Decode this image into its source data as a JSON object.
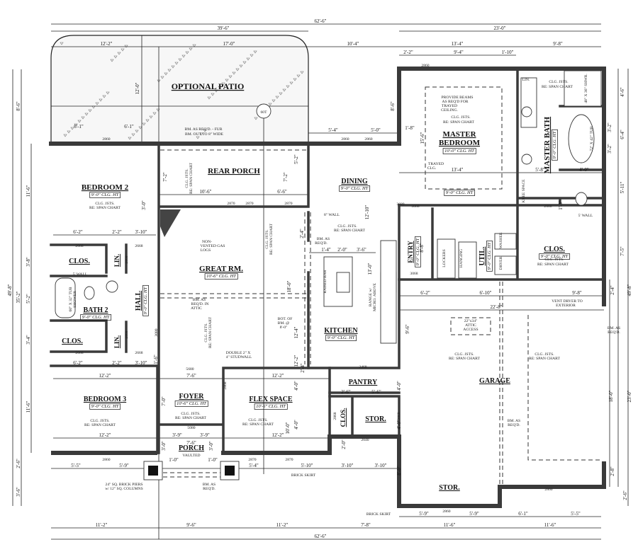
{
  "plan": {
    "rooms": [
      {
        "name": "OPTIONAL PATIO"
      },
      {
        "name": "REAR PORCH"
      },
      {
        "name": "BEDROOM 2",
        "ceiling": "9'-0\" CLG. HT"
      },
      {
        "name": "CLOS."
      },
      {
        "name": "LIN."
      },
      {
        "name": "BATH 2",
        "ceiling": "9'-0\" CLG. HT"
      },
      {
        "name": "HALL",
        "ceiling": "9'-0\" CLG. HT"
      },
      {
        "name": "CLOS."
      },
      {
        "name": "LIN."
      },
      {
        "name": "GREAT RM.",
        "ceiling": "10'-6\" CLG. HT"
      },
      {
        "name": "DINING",
        "ceiling": "9'-0\" CLG. HT"
      },
      {
        "name": "KITCHEN",
        "ceiling": "9'-0\" CLG. HT"
      },
      {
        "name": "ENTRY",
        "ceiling": "9'-0\" CLG. HT"
      },
      {
        "name": "UTIL.",
        "ceiling": "9'-0\" CLG. HT"
      },
      {
        "name": "CLOS.",
        "ceiling": "9'-0\" CLG. HT"
      },
      {
        "name": "MASTER BEDROOM",
        "ceiling": "10'-0\" CLG. HT",
        "ceiling2": "9'-0\" CLG. HT"
      },
      {
        "name": "MASTER BATH",
        "ceiling": "9'-0\" CLG. HT"
      },
      {
        "name": "GARAGE"
      },
      {
        "name": "PANTRY"
      },
      {
        "name": "CLOS."
      },
      {
        "name": "STOR."
      },
      {
        "name": "STOR."
      },
      {
        "name": "FOYER",
        "ceiling": "10'-6\" CLG. HT"
      },
      {
        "name": "FLEX SPACE",
        "ceiling": "10'-6\" CLG. HT"
      },
      {
        "name": "BEDROOM 3",
        "ceiling": "9'-0\" CLG. HT"
      },
      {
        "name": "PORCH",
        "ceiling": "VAULTED"
      }
    ],
    "notes": [
      "BM. AS REQ'D. - FUR",
      "BM. OUT TO 8\" WIDE",
      "CLG. JSTS.",
      "RE: SPAN CHART",
      "CLG. JSTS.",
      "RE: SPAN CHART",
      "NON-",
      "VENTED GAS",
      "LOGS",
      "CLG. JSTS.",
      "RE: SPAN CHART",
      "BM. AS",
      "REQ'D. IN",
      "ATTIC",
      "CLG. JSTS.",
      "RE: SPAN CHART",
      "DOUBLE 2\" X",
      "4\" STUDWALL",
      "BOT. OF",
      "BM. @",
      "8'-0\"",
      "8\" WALL",
      "CLG. JSTS.",
      "RE: SPAN CHART",
      "BM. AS",
      "REQ'D.",
      "RAISED BAR",
      "RANGE w/",
      "MICRO. ABOVE",
      "PROVIDE BEAMS",
      "AS REQ'D FOR",
      "TRAYED",
      "CEILING.",
      "CLG. JSTS.",
      "RE: SPAN CHART",
      "TRAYED",
      "CLG.",
      "LIN.",
      "CLG. JSTS.",
      "RE: SPAN CHART",
      "48\" X 36\" SHWR.",
      "72\" X 42\" TUB",
      "KNEE SPACE",
      "LOCKERS",
      "HANGING",
      "WASHER",
      "DRYER",
      "CLG. JSTS.",
      "RE: SPAN CHART",
      "VENT DRYER TO",
      "EXTERIOR",
      "22\"x34\"",
      "ATTIC",
      "ACCESS",
      "CLG. JSTS.",
      "RE: SPAN CHART",
      "CLG. JSTS.",
      "RE: SPAN CHART",
      "BM. AS",
      "REQ'D.",
      "BM. AS",
      "REQ'D.",
      "CLG. JSTS.",
      "RE: SPAN CHART",
      "CLG. JSTS.",
      "RE: SPAN CHART",
      "CLG. JSTS.",
      "RE: SPAN CHART",
      "24\" SQ. BRICK PIERS",
      "w/ 12\" SQ. COLUMNS",
      "BM. AS",
      "REQ'D.",
      "BRICK SKIRT",
      "BRICK SKIRT",
      "60\" X 32\" TUB",
      "SHOWER",
      "5' WALL",
      "5' WALL",
      "60T"
    ],
    "openings": [
      "2860",
      "2860",
      "2860",
      "2860",
      "2870",
      "2870",
      "2870",
      "2668",
      "2668",
      "2868",
      "2868",
      "2668",
      "2668",
      "3068",
      "3068",
      "2668",
      "3080",
      "5680",
      "5080",
      "2868",
      "2468",
      "2868",
      "2868",
      "2040",
      "2860",
      "2860",
      "2860",
      "2870",
      "2870",
      "3680"
    ],
    "dimensions": [
      "62'-6\"",
      "39'-6\"",
      "23'-0\"",
      "12'-2\"",
      "17'-0\"",
      "10'-4\"",
      "13'-4\"",
      "9'-8\"",
      "2'-2\"",
      "9'-4\"",
      "1'-10\"",
      "6'-1\"",
      "6'-1\"",
      "12'-0\"",
      "5'-4\"",
      "5'-0\"",
      "1'-8\"",
      "15'-6\"",
      "13'-4\"",
      "5'-8\"",
      "4'-0\"",
      "10'-6\"",
      "6'-6\"",
      "7'-2\"",
      "7'-2\"",
      "5'-2\"",
      "6'-2\"",
      "2'-2\"",
      "3'-10\"",
      "8'-6\"",
      "11'-6\"",
      "49'-8\"",
      "35'-2\"",
      "3'-8\"",
      "5'-2\"",
      "3'-4\"",
      "11'-6\"",
      "2'-6\"",
      "3'-6\"",
      "6'-2\"",
      "2'-2\"",
      "3'-10\"",
      "12'-2\"",
      "7'-6\"",
      "12'-2\"",
      "12'-2\"",
      "3'-9\"",
      "3'-9\"",
      "12'-2\"",
      "5'-5\"",
      "5'-9\"",
      "5'-4\"",
      "5'-10\"",
      "3'-10\"",
      "3'-10\"",
      "11'-2\"",
      "9'-6\"",
      "11'-2\"",
      "7'-8\"",
      "11'-6\"",
      "11'-6\"",
      "62'-6\"",
      "5'-9\"",
      "5'-9\"",
      "6'-1\"",
      "5'-5\"",
      "6'-2\"",
      "6'-10\"",
      "9'-8\"",
      "22'-8\"",
      "12'-10\"",
      "12'-2\"",
      "18'-0\"",
      "13'-0\"",
      "12'-4\"",
      "1'-4\"",
      "2'-0\"",
      "3'-6\"",
      "9'-6\"",
      "8'-8\"",
      "8'-6\"",
      "4'-6\"",
      "6'-4\"",
      "5'-11\"",
      "7'-5\"",
      "49'-8\"",
      "23'-0\"",
      "18'-0\"",
      "2'-8\"",
      "2'-6\"",
      "2'-4\"",
      "3'-2\"",
      "3'-2\"",
      "1'-3\"",
      "10'-0\"",
      "4'-0\"",
      "4'-0\"",
      "4'-0\"",
      "4'-0\"",
      "7'-0\"",
      "3'-0\"",
      "3'-0\"",
      "2'-6\"",
      "5'-6\"",
      "8'-0\"",
      "2'-0\"",
      "1'-0\"",
      "1'-0\"",
      "7'-6\"",
      "2'-4\"",
      "1'-6\"",
      "3'-0\"",
      "2'-4\""
    ]
  }
}
